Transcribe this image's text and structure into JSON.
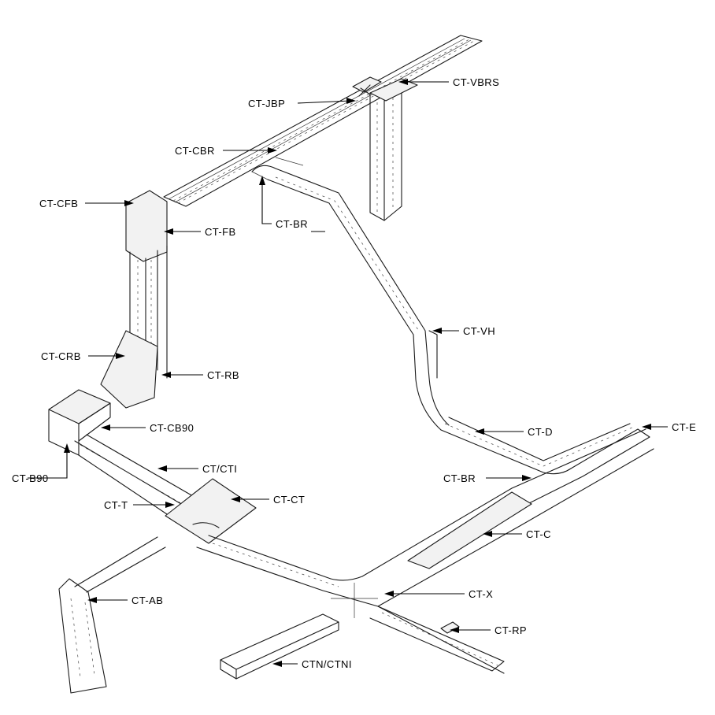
{
  "labels": {
    "ct_vbrs": "CT-VBRS",
    "ct_jbp": "CT-JBP",
    "ct_cbr": "CT-CBR",
    "ct_cfb": "CT-CFB",
    "ct_fb": "CT-FB",
    "ct_br_top": "CT-BR",
    "ct_vh": "CT-VH",
    "ct_crb": "CT-CRB",
    "ct_rb": "CT-RB",
    "ct_cb90": "CT-CB90",
    "ct_b90": "CT-B90",
    "ct_d": "CT-D",
    "ct_e": "CT-E",
    "ct_cti": "CT/CTI",
    "ct_br_right": "CT-BR",
    "ct_t": "CT-T",
    "ct_ct": "CT-CT",
    "ct_c": "CT-C",
    "ct_ab": "CT-AB",
    "ct_x": "CT-X",
    "ct_rp": "CT-RP",
    "ctn_ctni": "CTN/CTNI"
  }
}
